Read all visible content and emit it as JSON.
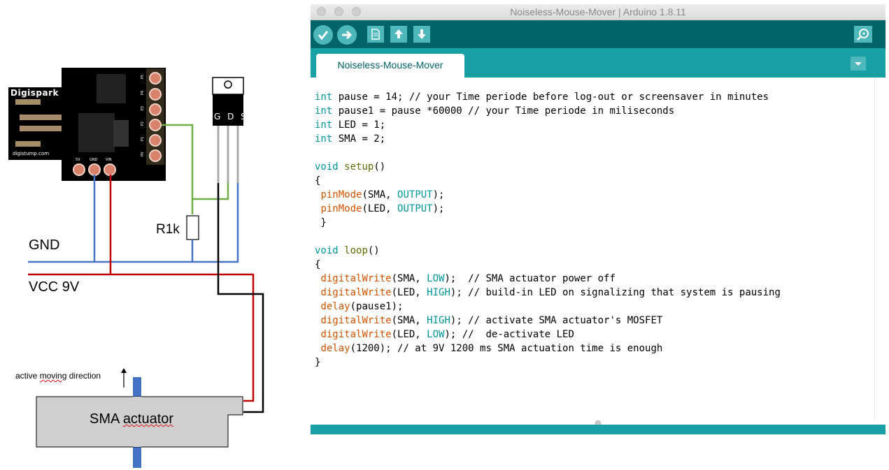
{
  "diagram": {
    "board_name": "Digispark",
    "board_url": "digistump.com",
    "board_pins_right": [
      "P5",
      "P4",
      "P3",
      "P2",
      "P1",
      "P0"
    ],
    "board_pins_bottom": [
      "5V",
      "GND",
      "VIN"
    ],
    "mosfet_pins": "G D S",
    "resistor_label": "R1k",
    "gnd_label": "GND",
    "vcc_label": "VCC 9V",
    "direction_label": [
      "active",
      "moving",
      "direction"
    ],
    "actuator_label": [
      "SMA",
      "actuator"
    ],
    "colors": {
      "gnd_wire": "#4472c4",
      "vcc_wire": "#c00000",
      "gate_wire": "#70ad47",
      "drain_wire": "#000000"
    }
  },
  "ide": {
    "window_title": "Noiseless-Mouse-Mover | Arduino 1.8.11",
    "toolbar": [
      "verify-icon",
      "upload-icon",
      "new-icon",
      "open-icon",
      "save-icon",
      "serial-monitor-icon"
    ],
    "tab_label": "Noiseless-Mouse-Mover",
    "colors": {
      "toolbar": "#006468",
      "tabbar": "#17a1a5",
      "keyword": "#00979c",
      "function": "#d35400"
    },
    "code": {
      "l1_kw": "int",
      "l1_rest": " pause = 14; // your Time periode before log-out or screensaver in minutes",
      "l2_kw": "int",
      "l2_rest": " pause1 = pause *60000 // your Time periode in miliseconds",
      "l3_kw": "int",
      "l3_rest": " LED = 1;",
      "l4_kw": "int",
      "l4_rest": " SMA = 2;",
      "l6_kw": "void",
      "l6_fn": "setup",
      "l6_rest": "()",
      "l7": "{",
      "l8_fn": "pinMode",
      "l8_a": "(SMA, ",
      "l8_c": "OUTPUT",
      "l8_b": ");",
      "l9_fn": "pinMode",
      "l9_a": "(LED, ",
      "l9_c": "OUTPUT",
      "l9_b": ");",
      "l10": " }",
      "l12_kw": "void",
      "l12_fn": "loop",
      "l12_rest": "()",
      "l13": "{",
      "l14_fn": "digitalWrite",
      "l14_a": "(SMA, ",
      "l14_c": "LOW",
      "l14_b": ");  // SMA actuator power off",
      "l15_fn": "digitalWrite",
      "l15_a": "(LED, ",
      "l15_c": "HIGH",
      "l15_b": "); // build-in LED on signalizing that system is pausing",
      "l16_fn": "delay",
      "l16_a": "(pause1);",
      "l17_fn": "digitalWrite",
      "l17_a": "(SMA, ",
      "l17_c": "HIGH",
      "l17_b": "); // activate SMA actuator's MOSFET",
      "l18_fn": "digitalWrite",
      "l18_a": "(LED, ",
      "l18_c": "LOW",
      "l18_b": "); //  de-activate LED",
      "l19_fn": "delay",
      "l19_a": "(1200); // at 9V 1200 ms SMA actuation time is enough",
      "l20": "}"
    }
  }
}
